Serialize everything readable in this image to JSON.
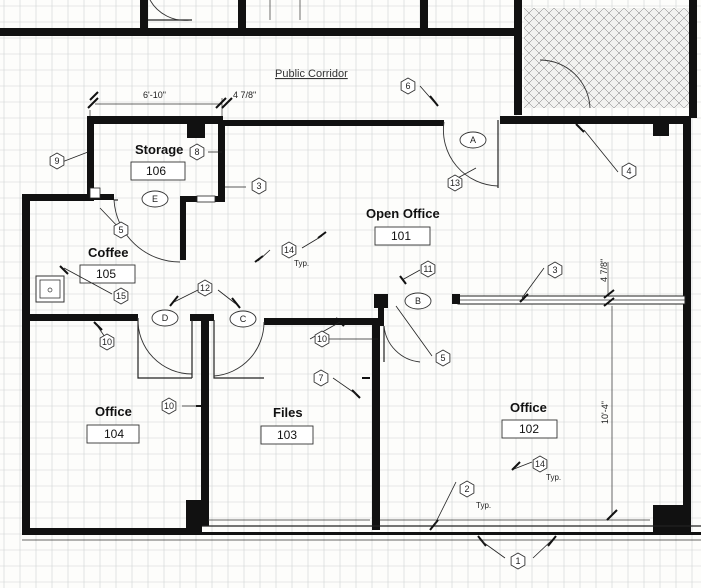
{
  "corridor_label": "Public Corridor",
  "rooms": [
    {
      "name": "Storage",
      "number": "106"
    },
    {
      "name": "Open Office",
      "number": "101"
    },
    {
      "name": "Coffee",
      "number": "105"
    },
    {
      "name": "Office",
      "number": "104"
    },
    {
      "name": "Files",
      "number": "103"
    },
    {
      "name": "Office",
      "number": "102"
    }
  ],
  "dimensions": {
    "storage_width": "6'-10\"",
    "storage_wall": "4 7/8\"",
    "partition_wall": "4 7/8\"",
    "office_102_depth": "10'-4\""
  },
  "door_tags": [
    "A",
    "B",
    "C",
    "D",
    "E"
  ],
  "keynotes": [
    "1",
    "2",
    "3",
    "3",
    "4",
    "5",
    "5",
    "6",
    "7",
    "8",
    "9",
    "10",
    "10",
    "10",
    "11",
    "12",
    "13",
    "14",
    "14",
    "15"
  ],
  "typ_label": "Typ."
}
